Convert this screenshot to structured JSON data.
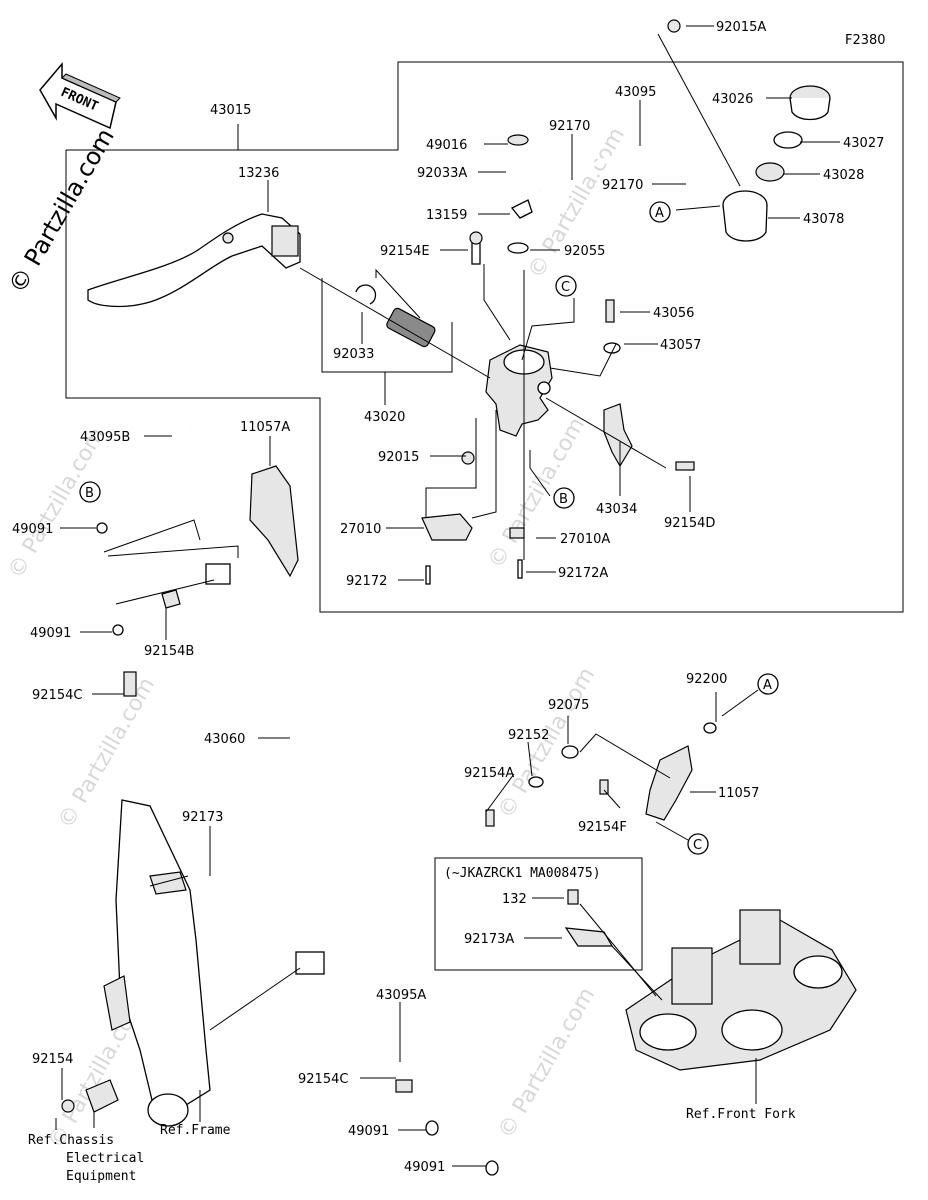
{
  "figure_code": "F2380",
  "front_arrow_text": "FRONT",
  "watermark": {
    "main": "© Partzilla.com",
    "repeat": "© Partzilla.com"
  },
  "callouts": {
    "circle_a": "A",
    "circle_b": "B",
    "circle_c": "C"
  },
  "parts": {
    "p92015A": "92015A",
    "p43015": "43015",
    "p43095": "43095",
    "p43026": "43026",
    "p49016": "49016",
    "p92170a": "92170",
    "p43027": "43027",
    "p13236": "13236",
    "p92033A": "92033A",
    "p92170b": "92170",
    "p43028": "43028",
    "p13159": "13159",
    "p43078": "43078",
    "p92154E": "92154E",
    "p92055": "92055",
    "p43056": "43056",
    "p92033": "92033",
    "p43057": "43057",
    "p43020": "43020",
    "p43095B": "43095B",
    "p11057A": "11057A",
    "p92015": "92015",
    "p43034": "43034",
    "p49091a": "49091",
    "p27010": "27010",
    "p27010A": "27010A",
    "p92154D": "92154D",
    "p92172": "92172",
    "p92172A": "92172A",
    "p49091b": "49091",
    "p92154B": "92154B",
    "p92154C": "92154C",
    "p92200": "92200",
    "p92075": "92075",
    "p43060": "43060",
    "p92152": "92152",
    "p92154A": "92154A",
    "p11057": "11057",
    "p92154F": "92154F",
    "p92173": "92173",
    "p132": "132",
    "p92173A": "92173A",
    "p43095A": "43095A",
    "p92154": "92154",
    "p92154C2": "92154C",
    "p49091c": "49091",
    "p49091d": "49091"
  },
  "serial_note": "(~JKAZRCK1 MA008475)",
  "refs": {
    "front_fork": "Ref.Front Fork",
    "frame": "Ref.Frame",
    "chassis_1": "Ref.Chassis",
    "chassis_2": "Electrical",
    "chassis_3": "Equipment"
  }
}
